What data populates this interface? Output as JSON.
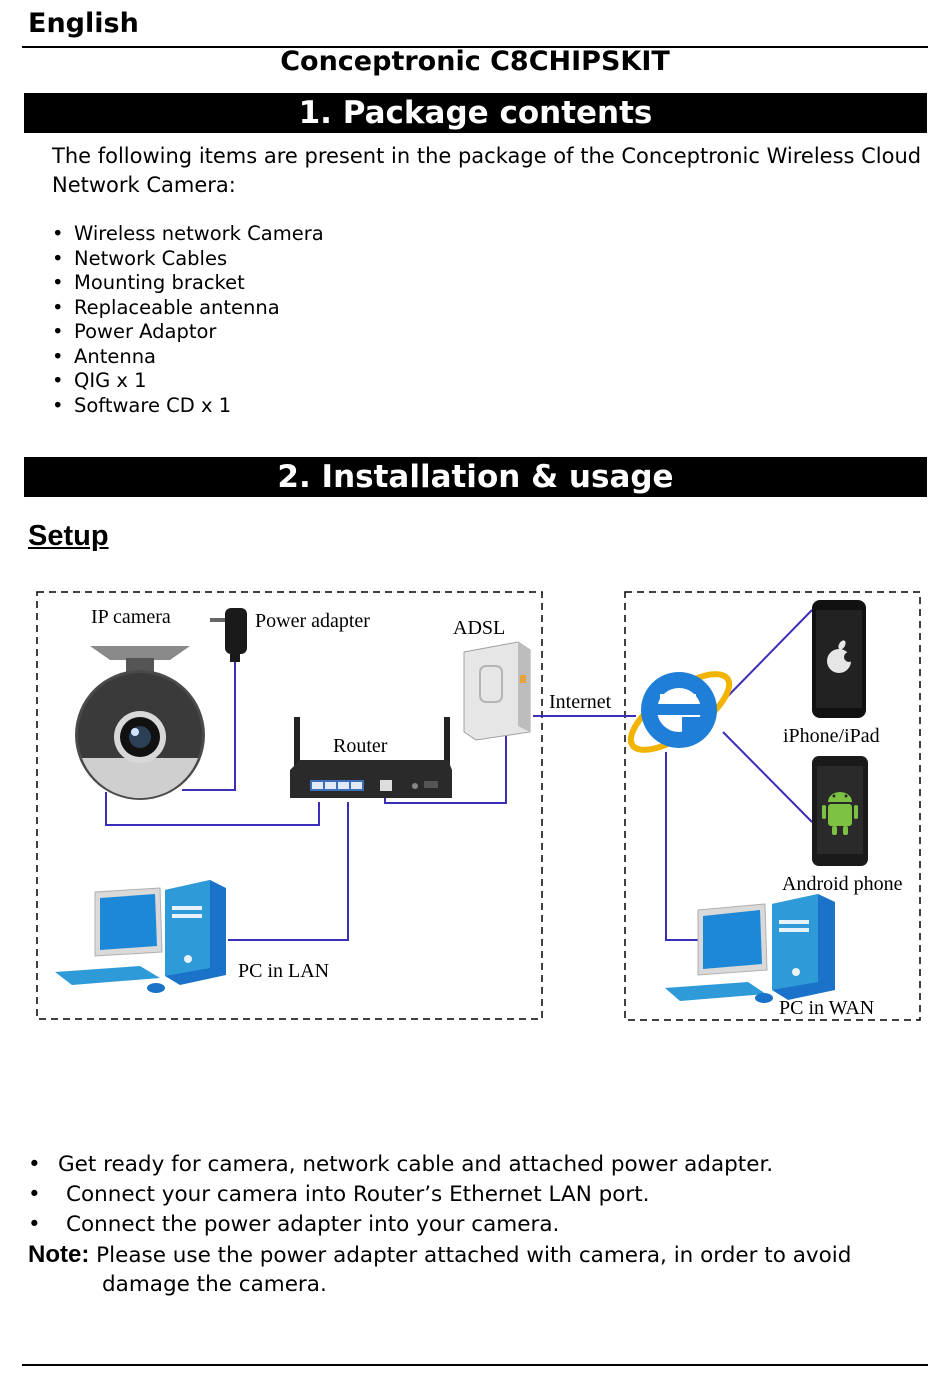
{
  "header": {
    "language": "English",
    "doc_title": "Conceptronic C8CHIPSKIT"
  },
  "section1": {
    "title": "1. Package contents",
    "intro": "The following items are present in the package of the Conceptronic Wireless Cloud Network Camera:",
    "items": [
      "Wireless network Camera",
      "Network Cables",
      "Mounting bracket",
      "Replaceable antenna",
      "Power Adaptor",
      "Antenna",
      "QIG x 1",
      "Software CD x 1"
    ]
  },
  "section2": {
    "title": "2. Installation & usage",
    "subtitle": "Setup"
  },
  "diagram": {
    "labels": {
      "ip_camera": "IP camera",
      "power_adapter": "Power adapter",
      "adsl": "ADSL",
      "internet": "Internet",
      "router": "Router",
      "pc_lan": "PC in LAN",
      "iphone": "iPhone/iPad",
      "android": "Android phone",
      "pc_wan": "PC in WAN"
    },
    "colors": {
      "cable": "#3a2fb8",
      "box_border": "#000000",
      "monitor_screen": "#1e88d8",
      "tower": "#1a73c8",
      "ie_blue": "#1f7fd8",
      "ie_ring": "#f2b400",
      "android_green": "#7dc242"
    }
  },
  "steps": {
    "items": [
      "Get ready for camera, network cable and attached power adapter.",
      "Connect your camera into Router’s Ethernet LAN port.",
      "Connect the power adapter into your camera."
    ],
    "note_label": "Note:",
    "note_line1": "Please use the power adapter attached with camera, in order to avoid",
    "note_line2": "damage the camera."
  }
}
